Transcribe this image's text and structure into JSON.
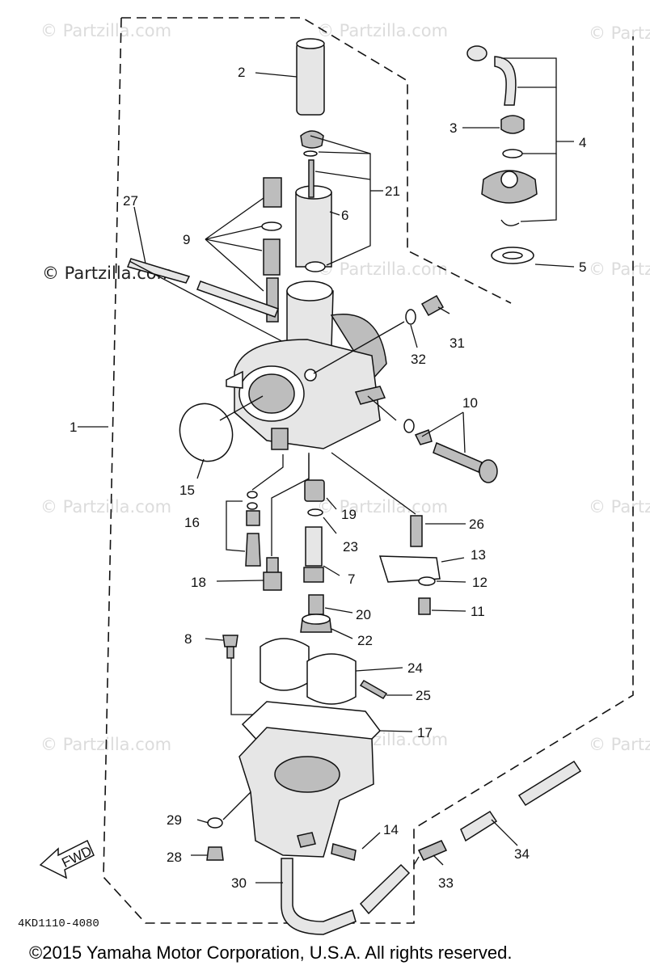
{
  "watermark": "© Partzilla.com",
  "stamp_watermark": "© Partzilla.com",
  "diagram_code": "4KD1110-4080",
  "fwd_label": "FWD",
  "copyright": "©2015 Yamaha Motor Corporation, U.S.A. All rights reserved.",
  "callouts": [
    "1",
    "2",
    "3",
    "4",
    "5",
    "6",
    "7",
    "8",
    "9",
    "10",
    "11",
    "12",
    "13",
    "14",
    "15",
    "16",
    "17",
    "18",
    "19",
    "20",
    "21",
    "22",
    "23",
    "24",
    "25",
    "26",
    "27",
    "28",
    "29",
    "30",
    "31",
    "32",
    "33",
    "34"
  ]
}
